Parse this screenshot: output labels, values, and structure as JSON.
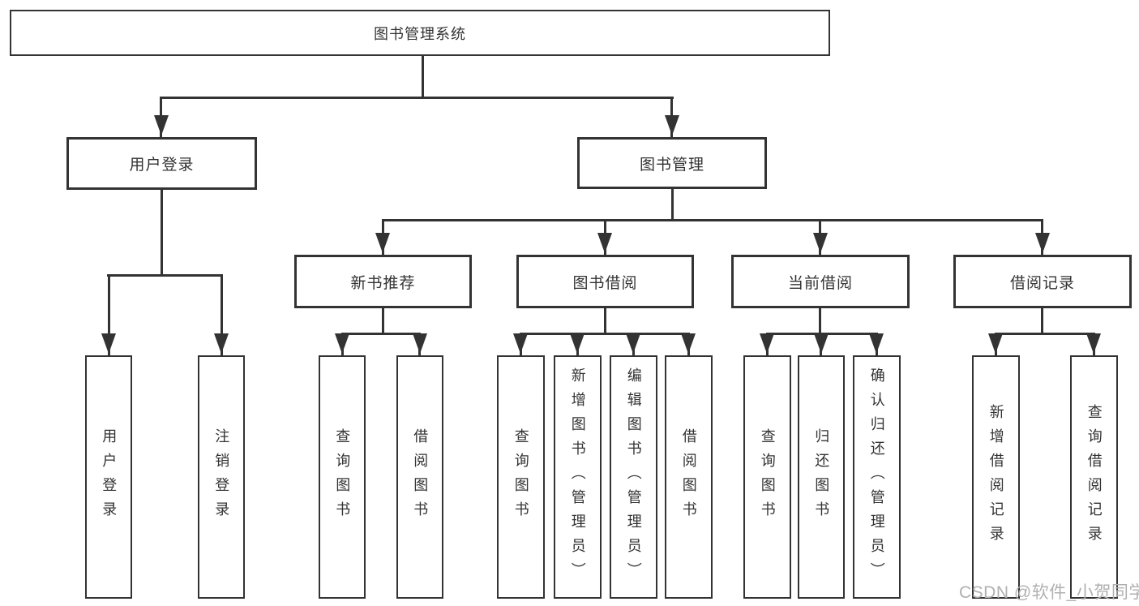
{
  "diagram_title": "图书管理系统",
  "tree": {
    "root": {
      "label": "图书管理系统",
      "children": [
        {
          "label": "用户登录",
          "children": [
            {
              "label": "用户登录"
            },
            {
              "label": "注销登录"
            }
          ]
        },
        {
          "label": "图书管理",
          "children": [
            {
              "label": "新书推荐",
              "children": [
                {
                  "label": "查询图书"
                },
                {
                  "label": "借阅图书"
                }
              ]
            },
            {
              "label": "图书借阅",
              "children": [
                {
                  "label": "查询图书"
                },
                {
                  "label": "新增图书（管理员）"
                },
                {
                  "label": "编辑图书（管理员）"
                },
                {
                  "label": "借阅图书"
                }
              ]
            },
            {
              "label": "当前借阅",
              "children": [
                {
                  "label": "查询图书"
                },
                {
                  "label": "归还图书"
                },
                {
                  "label": "确认归还（管理员）"
                }
              ]
            },
            {
              "label": "借阅记录",
              "children": [
                {
                  "label": "新增借阅记录"
                },
                {
                  "label": "查询借阅记录"
                }
              ]
            }
          ]
        }
      ]
    }
  },
  "watermark": {
    "text": "CSDN @软件_小贺同学"
  },
  "colors": {
    "line": "#333333",
    "text": "#333333",
    "box_background": "#ffffff",
    "page_background": "#ffffff",
    "watermark": "#b0b0b0"
  }
}
